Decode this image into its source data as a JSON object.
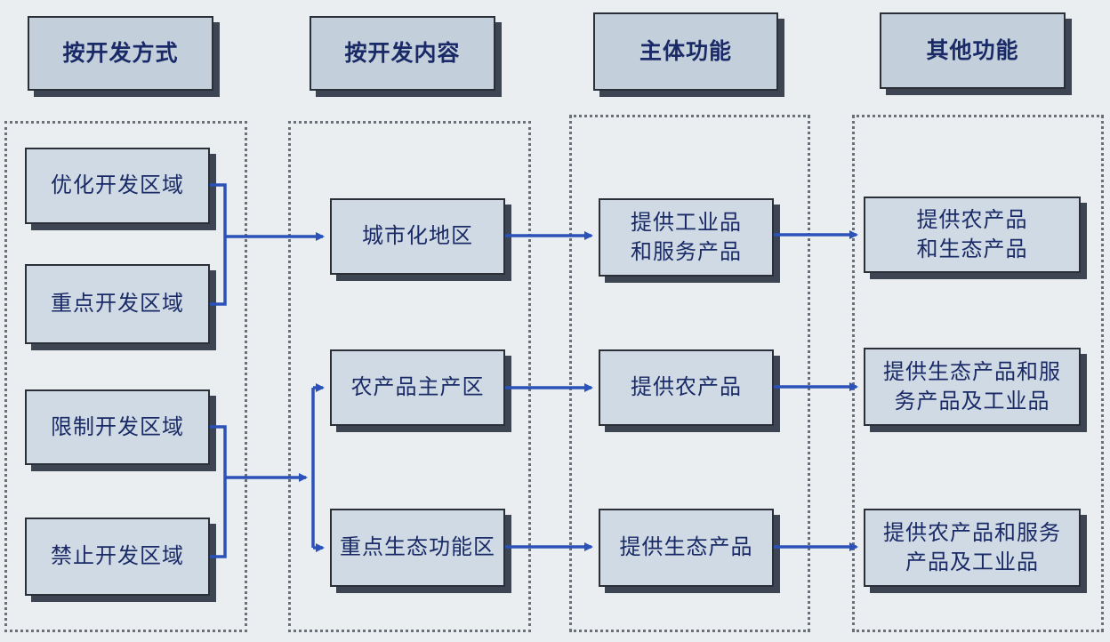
{
  "headers": [
    "按开发方式",
    "按开发内容",
    "主体功能",
    "其他功能"
  ],
  "column1": [
    "优化开发区域",
    "重点开发区域",
    "限制开发区域",
    "禁止开发区域"
  ],
  "column2": [
    "城市化地区",
    "农产品主产区",
    "重点生态功能区"
  ],
  "column3": [
    "提供工业品\n和服务产品",
    "提供农产品",
    "提供生态产品"
  ],
  "column4": [
    "提供农产品\n和生态产品",
    "提供生态产品和服\n务产品及工业品",
    "提供农产品和服务\n产品及工业品"
  ],
  "colors": {
    "arrow": "#2a52b8",
    "box_fill": "#cfdae4",
    "text": "#1a2a66"
  }
}
